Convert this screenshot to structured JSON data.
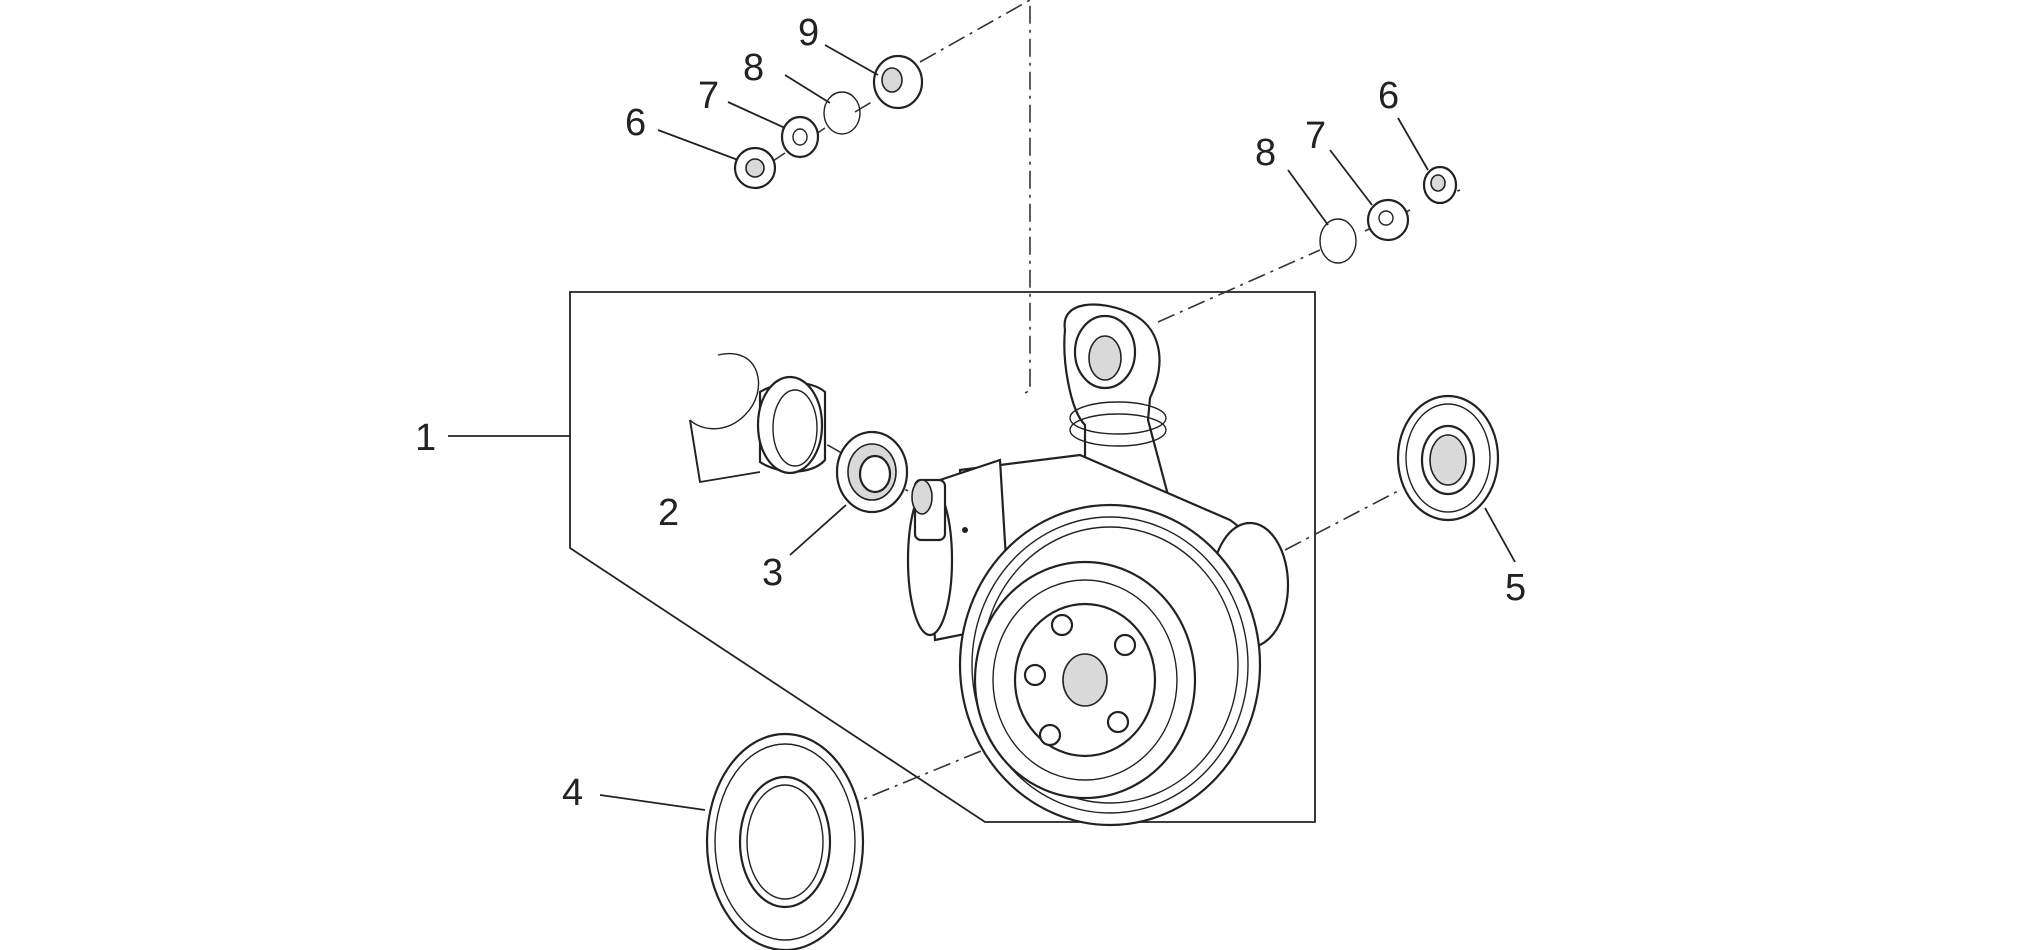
{
  "callouts": [
    {
      "id": "c1",
      "label": "1"
    },
    {
      "id": "c2",
      "label": "2"
    },
    {
      "id": "c3",
      "label": "3"
    },
    {
      "id": "c4",
      "label": "4"
    },
    {
      "id": "c5",
      "label": "5"
    },
    {
      "id": "c6a",
      "label": "6"
    },
    {
      "id": "c7a",
      "label": "7"
    },
    {
      "id": "c8a",
      "label": "8"
    },
    {
      "id": "c9",
      "label": "9"
    },
    {
      "id": "c6b",
      "label": "6"
    },
    {
      "id": "c7b",
      "label": "7"
    },
    {
      "id": "c8b",
      "label": "8"
    }
  ],
  "colors": {
    "line": "#222222",
    "background": "#ffffff",
    "shade": "#d9d9d9"
  }
}
